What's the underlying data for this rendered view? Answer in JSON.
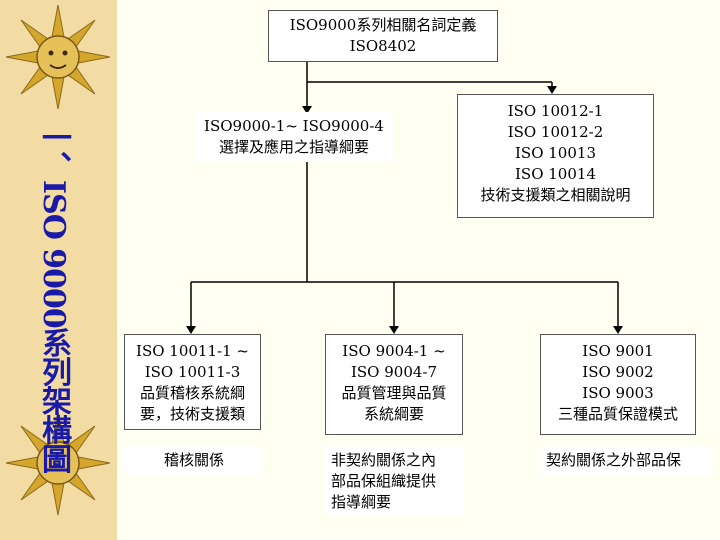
{
  "sidebar": {
    "title": "一、ISO 9000系列架構圖"
  },
  "diagram": {
    "root": "ISO9000系列相關名詞定義\nISO8402",
    "level1_left": "ISO9000-1~ ISO9000-4\n選擇及應用之指導綱要",
    "level1_right": "ISO 10012-1\nISO 10012-2\nISO 10013\nISO 10014\n技術支援類之相關說明",
    "level2_left": "ISO 10011-1 ~\nISO 10011-3\n品質稽核系統綱\n要，技術支援類",
    "level2_mid": "ISO 9004-1 ~\nISO 9004-7\n品質管理與品質\n系統綱要",
    "level2_right": "ISO 9001\nISO 9002\nISO 9003\n三種品質保證模式",
    "note_left": "稽核關係",
    "note_mid": "非契約關係之內\n部品保組織提供\n指導綱要",
    "note_right": "契約關係之外部品保"
  },
  "colors": {
    "sidebar": "#f2dca4",
    "title_text": "#1a1aa8",
    "background": "#fffff2"
  }
}
